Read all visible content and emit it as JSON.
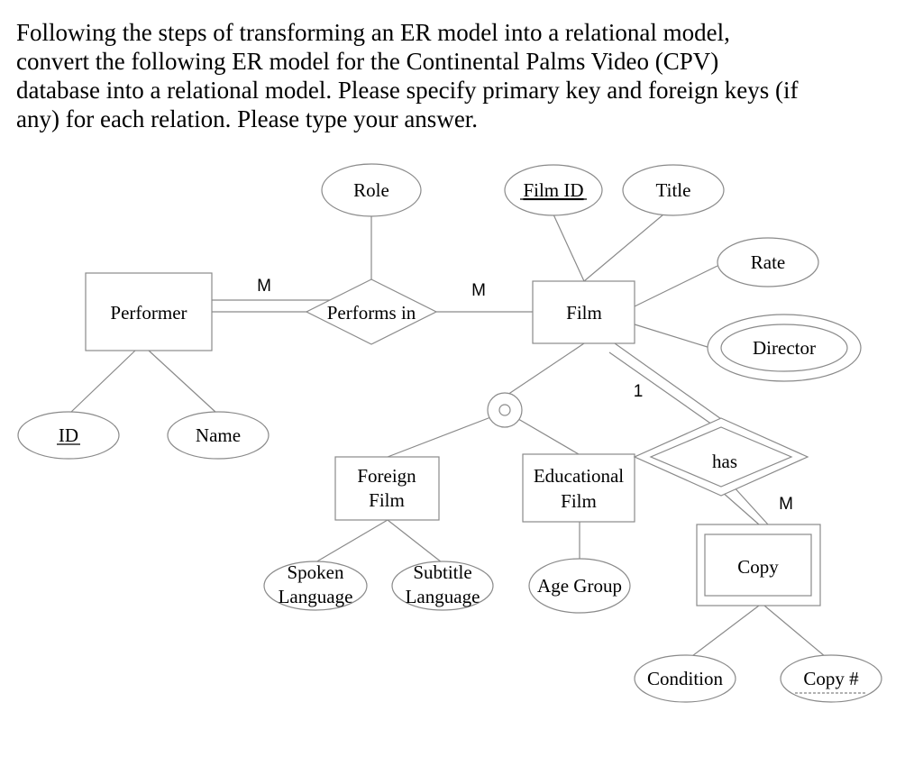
{
  "question": {
    "lines": [
      "Following the steps of transforming an ER model into a relational model,",
      "convert the following ER model for the Continental Palms Video (CPV)",
      "database into a relational model. Please specify primary key and foreign keys (if",
      "any) for each relation. Please type your answer."
    ]
  },
  "diagram": {
    "entities": {
      "performer": "Performer",
      "film": "Film",
      "foreign_film": [
        "Foreign",
        "Film"
      ],
      "educational_film": [
        "Educational",
        "Film"
      ],
      "copy": "Copy"
    },
    "relationships": {
      "performs_in": "Performs in",
      "has": "has"
    },
    "attributes": {
      "role": "Role",
      "film_id": "Film ID",
      "title": "Title",
      "rate": "Rate",
      "director": "Director",
      "id": "ID",
      "name": "Name",
      "spoken_language": [
        "Spoken",
        "Language"
      ],
      "subtitle_language": [
        "Subtitle",
        "Language"
      ],
      "age_group": "Age Group",
      "condition": "Condition",
      "copy_no": "Copy #"
    },
    "cardinalities": {
      "performer_side": "M",
      "film_side": "M",
      "film_has": "1",
      "copy_has": "M"
    }
  }
}
